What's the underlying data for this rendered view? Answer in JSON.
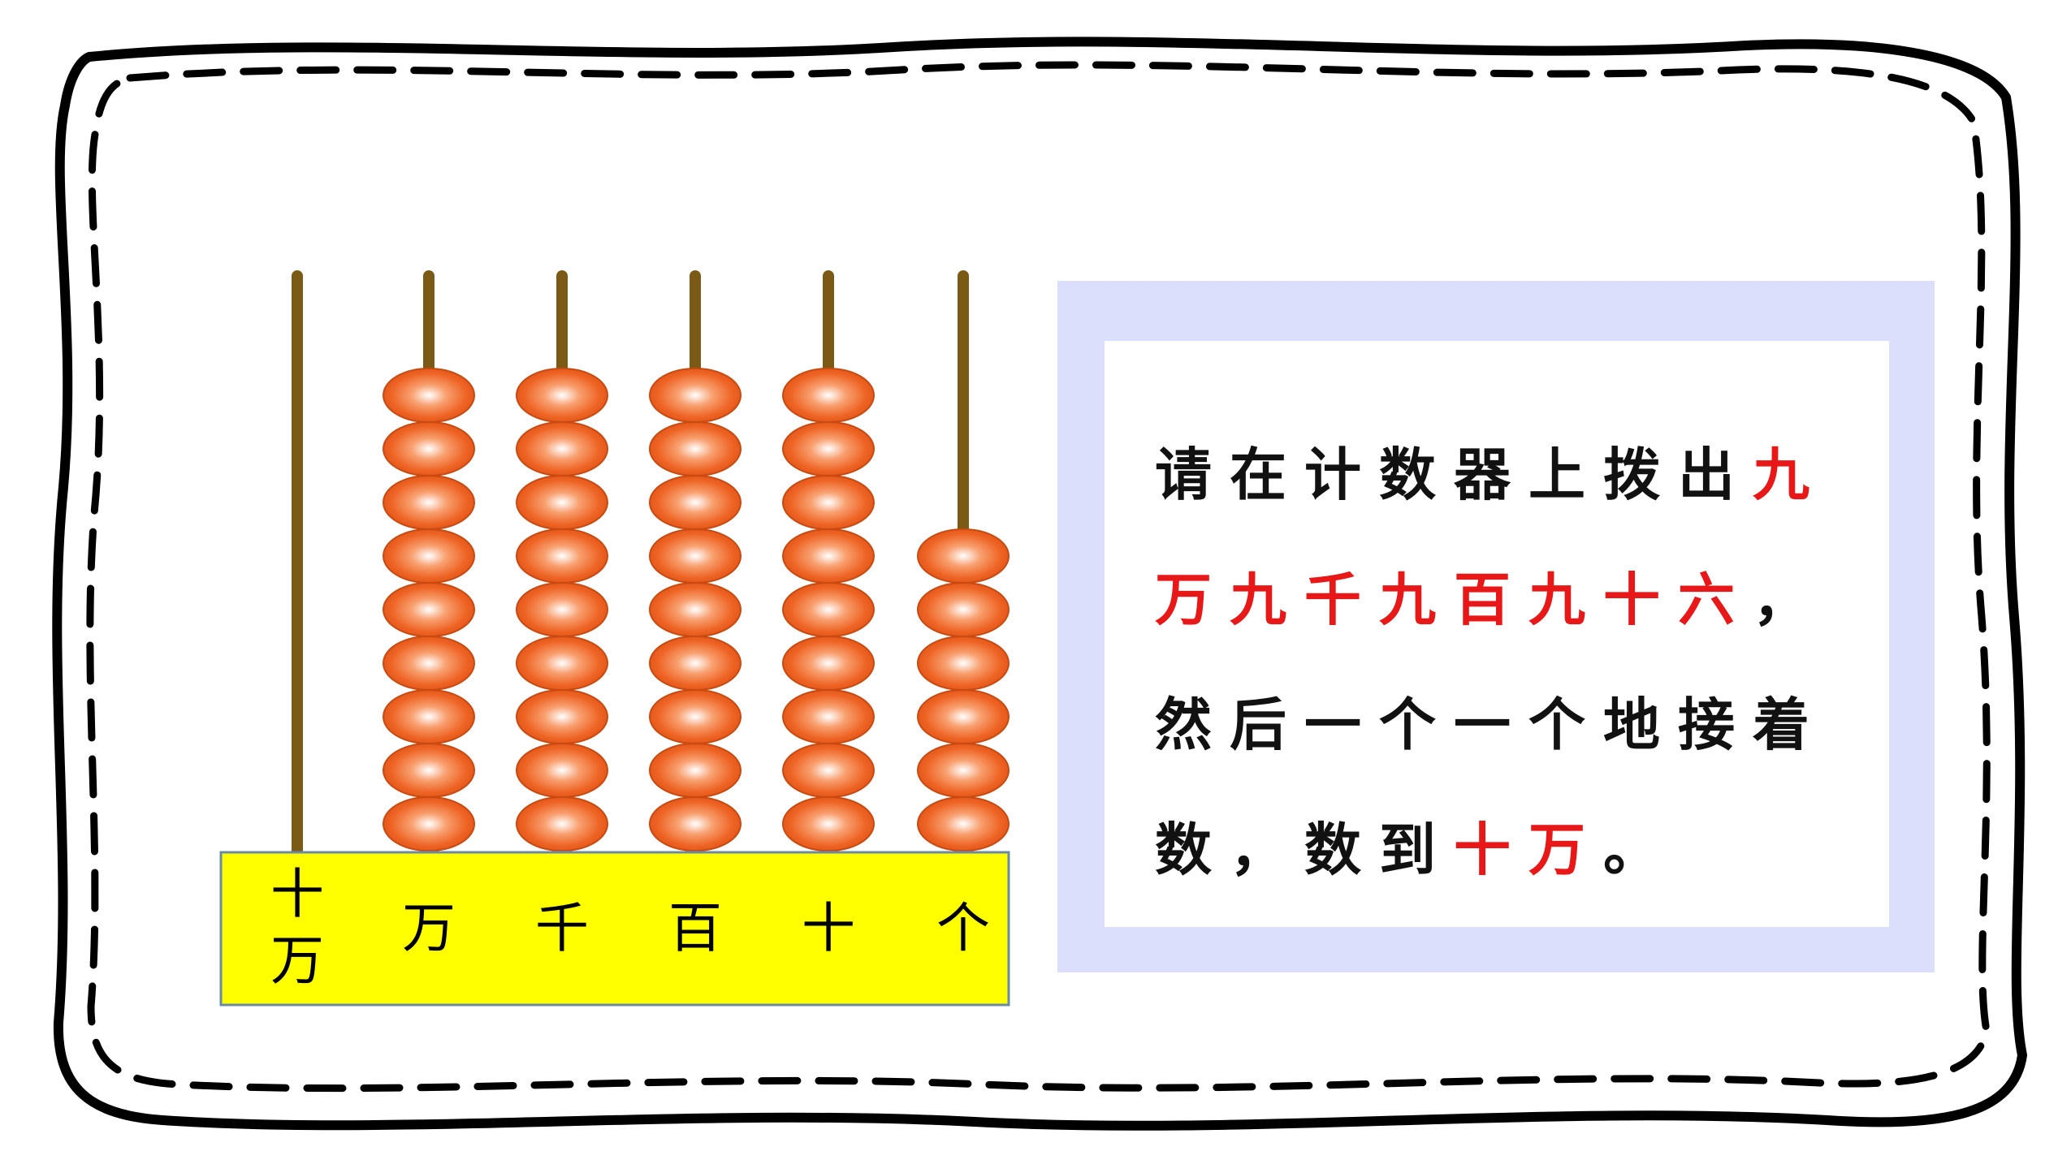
{
  "abacus": {
    "rods": [
      {
        "label": "十万",
        "beads": 0,
        "label_color": "#000000"
      },
      {
        "label": "万",
        "beads": 9,
        "label_color": "#e020d0"
      },
      {
        "label": "千",
        "beads": 9,
        "label_color": "#000000"
      },
      {
        "label": "百",
        "beads": 9,
        "label_color": "#000000"
      },
      {
        "label": "十",
        "beads": 9,
        "label_color": "#000000"
      },
      {
        "label": "个",
        "beads": 6,
        "label_color": "#000000"
      }
    ],
    "rod_color": "#7a5a14",
    "bead_color": "#ee6424",
    "base_color": "#ffff00"
  },
  "instruction": {
    "part1": "请在计数器上拨出",
    "number_words": "九万九千九百九十六",
    "part2": "，然后一个一个地接着数，数到",
    "target_words": "十万",
    "part3": "。"
  },
  "colors": {
    "highlight": "#e81818",
    "card_border": "#dcdffb",
    "frame_line": "#000000"
  }
}
